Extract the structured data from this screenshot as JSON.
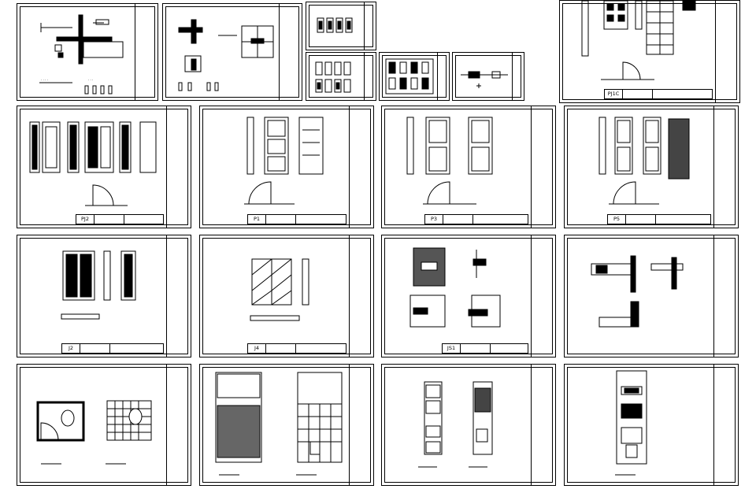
{
  "title_codes": {
    "pj1c": "PJ1C",
    "pj2": "PJ2",
    "p1": "P1",
    "p3": "P3",
    "p5": "P5",
    "j2": "J2",
    "j4": "J4",
    "js1": "JS1"
  },
  "colors": {
    "line": "#000000",
    "paper": "#ffffff"
  }
}
